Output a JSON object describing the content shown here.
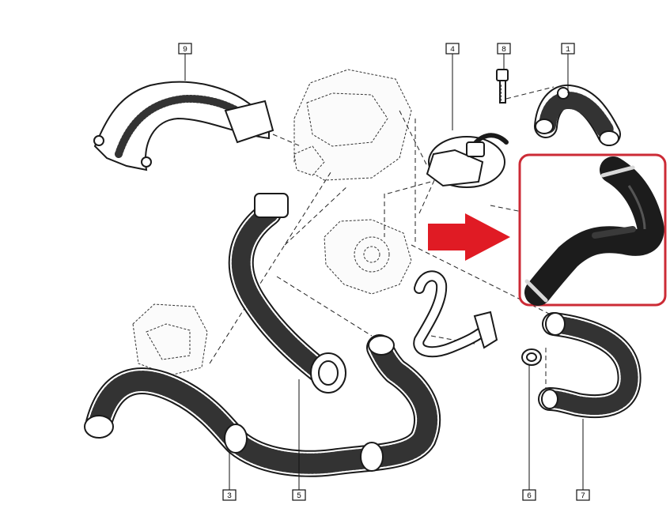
{
  "callouts": {
    "p1": "1",
    "p3": "3",
    "p4": "4",
    "p5": "5",
    "p6": "6",
    "p7": "7",
    "p8": "8",
    "p9": "9"
  },
  "colors": {
    "highlight_frame": "#cc2b36",
    "arrow": "#e01b24",
    "photo_hose": "#1c1c1c"
  }
}
